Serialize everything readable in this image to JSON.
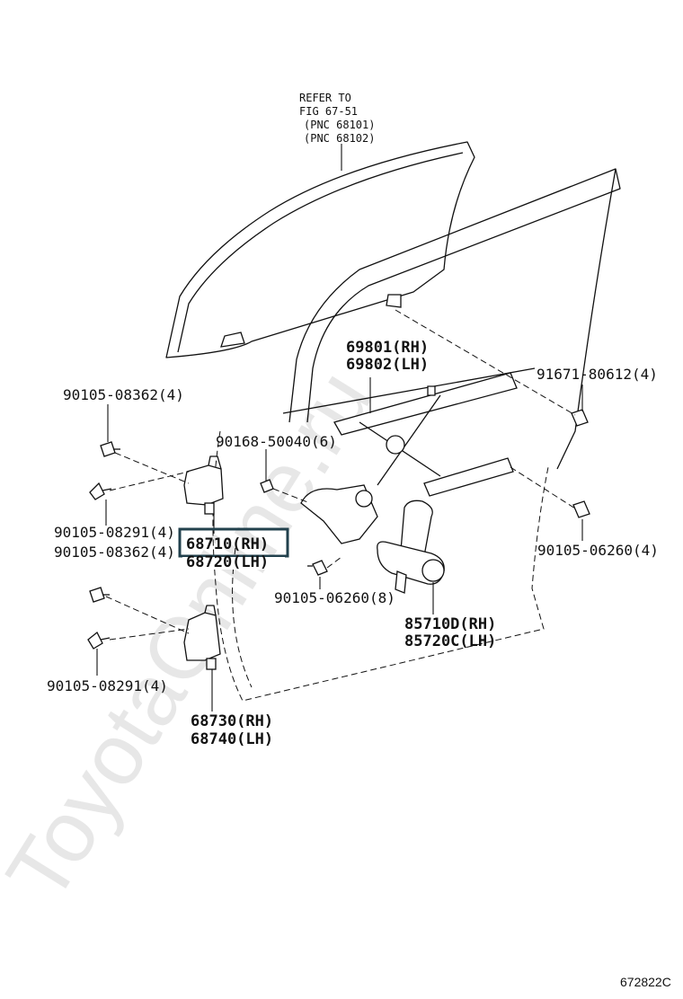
{
  "watermark": "ToyotaOnline.ru",
  "figure_number": "672822C",
  "refer_note": {
    "line1": "REFER TO",
    "line2": "FIG 67-51",
    "line3": "(PNC 68101)",
    "line4": "(PNC 68102)"
  },
  "parts": {
    "regulator_rh": "69801(RH)",
    "regulator_lh": "69802(LH)",
    "bolt_91671": "91671-80612(4)",
    "bolt_90105_08362_top": "90105-08362(4)",
    "bolt_90168": "90168-50040(6)",
    "bolt_90105_08291_upper": "90105-08291(4)",
    "bolt_90105_08362_mid": "90105-08362(4)",
    "hinge_upper_rh": "68710(RH)",
    "hinge_upper_lh": "68720(LH)",
    "bolt_90105_06260_right": "90105-06260(4)",
    "bolt_90105_06260_center": "90105-06260(8)",
    "motor_rh": "85710D(RH)",
    "motor_lh": "85720C(LH)",
    "bolt_90105_08291_lower": "90105-08291(4)",
    "hinge_lower_rh": "68730(RH)",
    "hinge_lower_lh": "68740(LH)"
  },
  "highlight": "68710(RH)"
}
